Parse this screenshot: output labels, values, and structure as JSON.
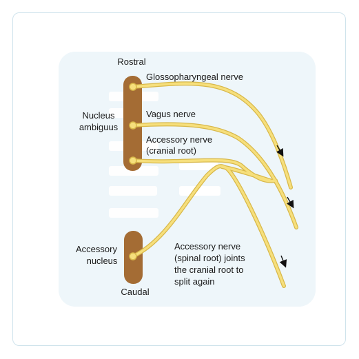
{
  "labels": {
    "rostral": "Rostral",
    "caudal": "Caudal",
    "nucleus_ambiguus": [
      "Nucleus",
      "ambiguus"
    ],
    "accessory_nucleus": [
      "Accessory",
      "nucleus"
    ],
    "glossopharyngeal": "Glossopharyngeal nerve",
    "vagus": "Vagus nerve",
    "accessory_cranial": [
      "Accessory nerve",
      "(cranial root)"
    ],
    "accessory_spinal": [
      "Accessory nerve",
      "(spinal root) joints",
      "the cranial root to",
      "split again"
    ]
  },
  "colors": {
    "nucleus": "#a46c34",
    "nerve": "#f6df7c",
    "nerve_edge": "#d8b84a",
    "background_panel": "#eef6fa",
    "arrow": "#111111"
  }
}
